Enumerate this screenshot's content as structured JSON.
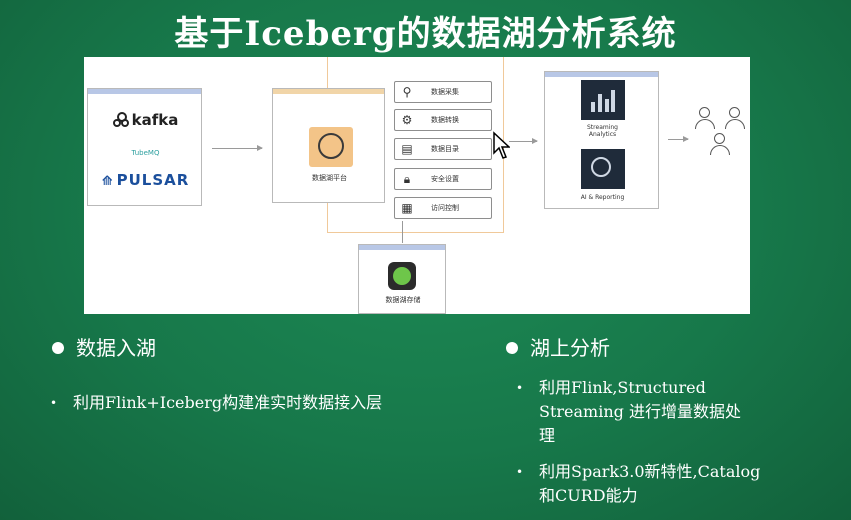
{
  "title": "基于Iceberg的数据湖分析系统",
  "diagram": {
    "sources": {
      "kafka": "kafka",
      "tubemq": "TubeMQ",
      "pulsar": "PULSAR"
    },
    "lake_platform_label": "数据湖平台",
    "features": [
      {
        "icon": "search-icon",
        "label": "数据采集"
      },
      {
        "icon": "gear-icon",
        "label": "数据转换"
      },
      {
        "icon": "catalog-icon",
        "label": "数据目录"
      },
      {
        "icon": "lock-icon",
        "label": "安全设置"
      },
      {
        "icon": "access-icon",
        "label": "访问控制"
      }
    ],
    "storage_label": "数据湖存储",
    "analytics": [
      {
        "icon": "streaming-icon",
        "label_line1": "Streaming",
        "label_line2": "Analytics"
      },
      {
        "icon": "ai-icon",
        "label_line1": "AI & Reporting",
        "label_line2": ""
      }
    ]
  },
  "left_section": {
    "heading": "数据入湖",
    "items": [
      "利用Flink+Iceberg构建准实时数据接入层"
    ]
  },
  "right_section": {
    "heading": "湖上分析",
    "items": [
      {
        "line1": "利用Flink,Structured",
        "line2": "Streaming 进行增量数据处",
        "line3": "理"
      },
      {
        "line1": "利用Spark3.0新特性,Catalog",
        "line2": "和CURD能力",
        "line3": ""
      }
    ]
  }
}
